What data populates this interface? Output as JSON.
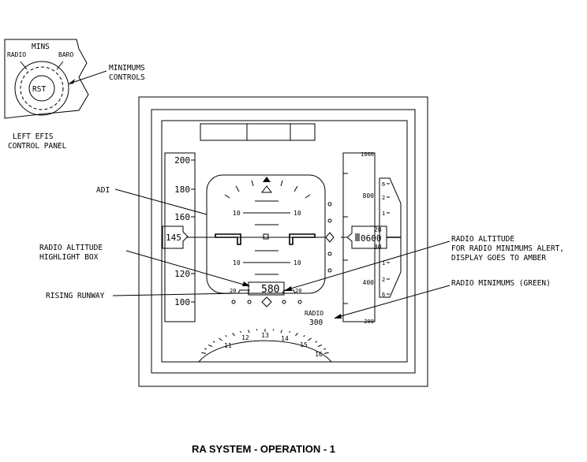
{
  "control_panel": {
    "mins_label": "MINS",
    "radio_label": "RADIO",
    "baro_label": "BARO",
    "rst_label": "RST",
    "caption_line1": "LEFT EFIS",
    "caption_line2": "CONTROL PANEL"
  },
  "callouts": {
    "minimums_controls_1": "MINIMUMS",
    "minimums_controls_2": "CONTROLS",
    "adi": "ADI",
    "ra_highlight_1": "RADIO ALTITUDE",
    "ra_highlight_2": "HIGHLIGHT BOX",
    "rising_runway": "RISING RUNWAY",
    "ra_alert_1": "RADIO ALTITUDE",
    "ra_alert_2": "FOR RADIO MINIMUMS ALERT,",
    "ra_alert_3": "DISPLAY GOES TO AMBER",
    "ra_minimums": "RADIO MINIMUMS (GREEN)"
  },
  "speed_tape": {
    "ticks": [
      "200",
      "180",
      "160",
      "120",
      "100"
    ],
    "current": "145"
  },
  "adi": {
    "pitch_labels": [
      "10",
      "10",
      "10",
      "10"
    ],
    "ra_value": "580",
    "runway_marks": [
      "20",
      "20"
    ]
  },
  "altitude_tape": {
    "ticks": [
      "1000",
      "800",
      "400",
      "200"
    ],
    "current_main": "0600",
    "current_top": "20",
    "current_bottom": "80"
  },
  "vsi": {
    "marks": [
      "6",
      "2",
      "1",
      "1",
      "2",
      "6"
    ]
  },
  "radio_minimums": {
    "label": "RADIO",
    "value": "300"
  },
  "heading": {
    "ticks": [
      "11",
      "12",
      "13",
      "14",
      "15",
      "16"
    ]
  },
  "footer": {
    "title": "RA SYSTEM - OPERATION - 1"
  }
}
